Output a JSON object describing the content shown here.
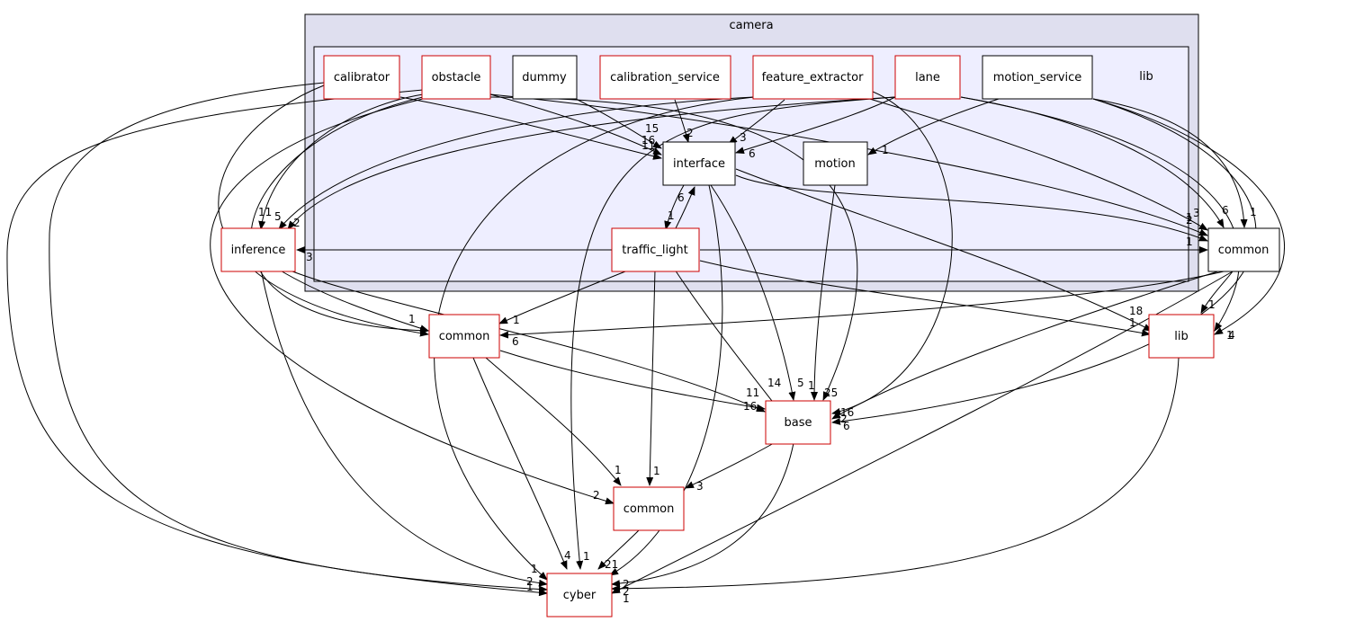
{
  "clusters": {
    "outer": {
      "label": "camera"
    },
    "inner": {
      "label": "lib"
    }
  },
  "nodes": [
    {
      "id": "calibrator",
      "label": "calibrator",
      "border": "red"
    },
    {
      "id": "obstacle",
      "label": "obstacle",
      "border": "red"
    },
    {
      "id": "dummy",
      "label": "dummy",
      "border": "black"
    },
    {
      "id": "calibration_service",
      "label": "calibration_service",
      "border": "red"
    },
    {
      "id": "feature_extractor",
      "label": "feature_extractor",
      "border": "red"
    },
    {
      "id": "lane",
      "label": "lane",
      "border": "red"
    },
    {
      "id": "motion_service",
      "label": "motion_service",
      "border": "black"
    },
    {
      "id": "interface",
      "label": "interface",
      "border": "black"
    },
    {
      "id": "motion",
      "label": "motion",
      "border": "black"
    },
    {
      "id": "traffic_light",
      "label": "traffic_light",
      "border": "red"
    },
    {
      "id": "inference",
      "label": "inference",
      "border": "red"
    },
    {
      "id": "common_right",
      "label": "common",
      "border": "black"
    },
    {
      "id": "common_mid",
      "label": "common",
      "border": "red"
    },
    {
      "id": "lib_ext",
      "label": "lib",
      "border": "red"
    },
    {
      "id": "base",
      "label": "base",
      "border": "red"
    },
    {
      "id": "common_low",
      "label": "common",
      "border": "red"
    },
    {
      "id": "cyber",
      "label": "cyber",
      "border": "red"
    }
  ],
  "edge_labels": [
    "15",
    "16",
    "11",
    "2",
    "3",
    "6",
    "1",
    "6",
    "1",
    "11",
    "5",
    "2",
    "3",
    "1",
    "2",
    "3",
    "6",
    "1",
    "1",
    "18",
    "1",
    "1",
    "1",
    "1",
    "6",
    "1",
    "14",
    "5",
    "1",
    "25",
    "11",
    "16",
    "16",
    "2",
    "6",
    "1",
    "2",
    "3",
    "1",
    "4",
    "1",
    "21",
    "1",
    "2",
    "1",
    "2",
    "2",
    "1",
    "4"
  ],
  "colors": {
    "outer_fill": "#dfdfef",
    "inner_fill": "#eeeeff",
    "red": "#cc0000",
    "black": "#000000"
  }
}
